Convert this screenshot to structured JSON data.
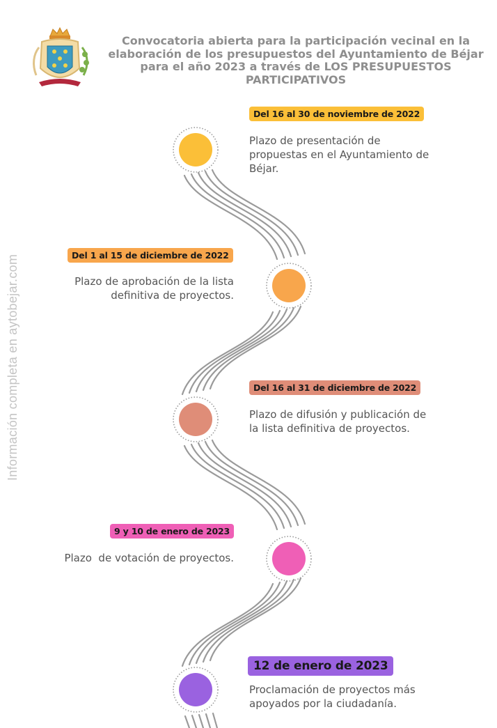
{
  "header": {
    "title_lines": [
      "Convocatoria abierta para la participación vecinal en la",
      "elaboración de los presupuestos del Ayuntamiento de Béjar",
      "para el año 2023 a través de LOS PRESUPUESTOS",
      "PARTICIPATIVOS"
    ],
    "logo": "bejar-coat-of-arms"
  },
  "side_note": "Información completa en aytobejar.com",
  "colors": {
    "yellow": "#fbbf38",
    "orange": "#f8a64c",
    "salmon": "#df8d78",
    "pink": "#ef5fb6",
    "purple": "#9a62e0",
    "track": "#9a9a9a",
    "title": "#8e8e8e"
  },
  "steps": [
    {
      "date": "Del 16 al 30 de noviembre de 2022",
      "lines": [
        "Plazo de presentación de",
        "propuestas en el Ayuntamiento de",
        "Béjar."
      ],
      "color": "#fbbf38"
    },
    {
      "date": "Del 1 al 15 de diciembre de 2022",
      "lines": [
        "Plazo de aprobación de la lista",
        "definitiva de proyectos."
      ],
      "color": "#f8a64c"
    },
    {
      "date": "Del 16 al 31 de diciembre de 2022",
      "lines": [
        "Plazo de difusión y publicación de",
        "la lista definitiva de proyectos."
      ],
      "color": "#df8d78"
    },
    {
      "date": "9 y 10 de enero de 2023",
      "lines": [
        "Plazo  de votación de proyectos."
      ],
      "color": "#ef5fb6"
    },
    {
      "date": "12 de enero de 2023",
      "lines": [
        "Proclamación de proyectos más",
        "apoyados por la ciudadanía."
      ],
      "color": "#9a62e0"
    }
  ]
}
